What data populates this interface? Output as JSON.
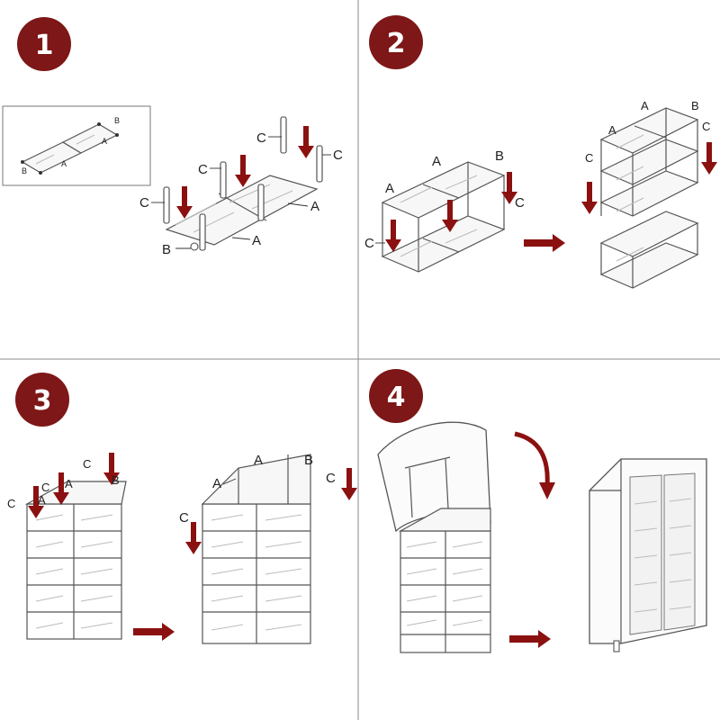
{
  "steps": [
    {
      "number": "1",
      "labels": {
        "a": "A",
        "b": "B",
        "c": "C"
      }
    },
    {
      "number": "2",
      "labels": {
        "a": "A",
        "b": "B",
        "c": "C"
      }
    },
    {
      "number": "3",
      "labels": {
        "a": "A",
        "b": "B",
        "c": "C"
      }
    },
    {
      "number": "4"
    }
  ],
  "colors": {
    "badge": "#7e1717",
    "arrow": "#8b1111",
    "divider": "#888888"
  },
  "icons": [
    "down-arrow-icon",
    "right-arrow-icon",
    "curved-arrow-icon"
  ]
}
